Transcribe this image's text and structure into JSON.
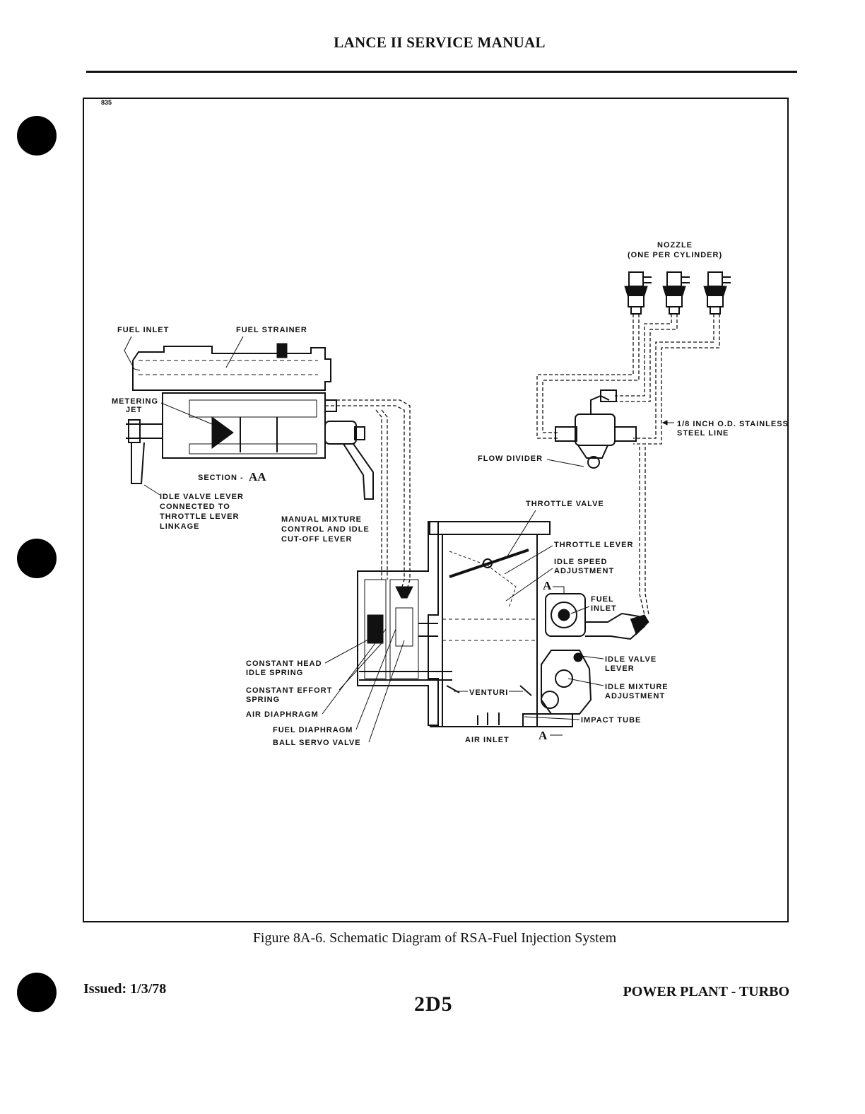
{
  "header": {
    "title": "LANCE II SERVICE MANUAL"
  },
  "diagram": {
    "id": "835",
    "labels": {
      "nozzle": "NOZZLE",
      "nozzle_note": "(ONE PER CYLINDER)",
      "fuel_inlet_top": "FUEL INLET",
      "fuel_strainer": "FUEL STRAINER",
      "metering_jet_1": "METERING",
      "metering_jet_2": "JET",
      "section_prefix": "SECTION -",
      "section_name": "AA",
      "idle_valve_lever_1": "IDLE VALVE LEVER",
      "idle_valve_lever_2": "CONNECTED TO",
      "idle_valve_lever_3": "THROTTLE LEVER",
      "idle_valve_lever_4": "LINKAGE",
      "manual_mixture_1": "MANUAL MIXTURE",
      "manual_mixture_2": "CONTROL AND IDLE",
      "manual_mixture_3": "CUT-OFF LEVER",
      "steel_line_1": "1/8 INCH O.D. STAINLESS",
      "steel_line_2": "STEEL LINE",
      "flow_divider": "FLOW DIVIDER",
      "throttle_valve": "THROTTLE VALVE",
      "throttle_lever": "THROTTLE LEVER",
      "idle_speed_1": "IDLE SPEED",
      "idle_speed_2": "ADJUSTMENT",
      "fuel_inlet_right_1": "FUEL",
      "fuel_inlet_right_2": "INLET",
      "section_marker_top": "A",
      "section_marker_bottom": "A",
      "constant_head_1": "CONSTANT HEAD",
      "constant_head_2": "IDLE SPRING",
      "constant_effort_1": "CONSTANT EFFORT",
      "constant_effort_2": "SPRING",
      "air_diaphragm": "AIR DIAPHRAGM",
      "fuel_diaphragm": "FUEL DIAPHRAGM",
      "ball_servo_valve": "BALL SERVO VALVE",
      "venturi": "VENTURI",
      "air_inlet": "AIR INLET",
      "idle_valve_lever_r1": "IDLE VALVE",
      "idle_valve_lever_r2": "LEVER",
      "idle_mixture_1": "IDLE MIXTURE",
      "idle_mixture_2": "ADJUSTMENT",
      "impact_tube": "IMPACT TUBE"
    }
  },
  "caption": "Figure 8A-6.  Schematic Diagram of RSA-Fuel Injection System",
  "footer": {
    "issued": "Issued: 1/3/78",
    "page": "2D5",
    "section": "POWER PLANT - TURBO"
  }
}
